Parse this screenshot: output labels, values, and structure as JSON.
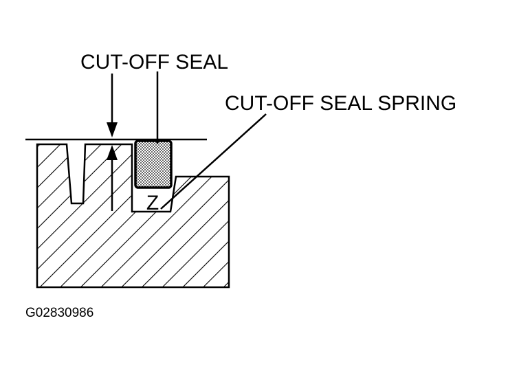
{
  "labels": {
    "cut_off_seal": "CUT-OFF SEAL",
    "cut_off_seal_spring": "CUT-OFF SEAL SPRING",
    "spring_symbol": "Z"
  },
  "figure_code": "G02830986"
}
